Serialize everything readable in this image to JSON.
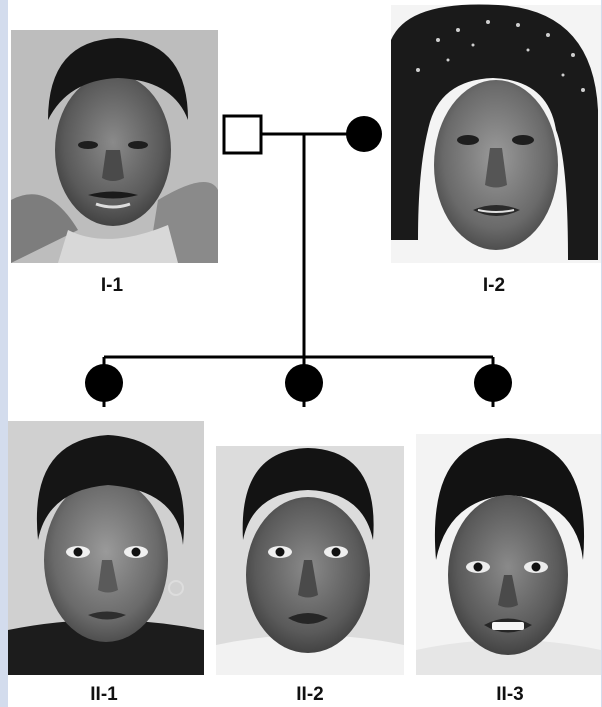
{
  "pedigree": {
    "generation_1": [
      {
        "id": "I-1",
        "sex": "male",
        "affected": false
      },
      {
        "id": "I-2",
        "sex": "female",
        "affected": true
      }
    ],
    "generation_2": [
      {
        "id": "II-1",
        "sex": "female",
        "affected": true
      },
      {
        "id": "II-2",
        "sex": "female",
        "affected": true
      },
      {
        "id": "II-3",
        "sex": "female",
        "affected": true
      }
    ]
  },
  "colors": {
    "symbol_fill_affected": "#000000",
    "symbol_fill_unaffected": "#ffffff",
    "line": "#000000",
    "page_border": "#d3dced"
  }
}
